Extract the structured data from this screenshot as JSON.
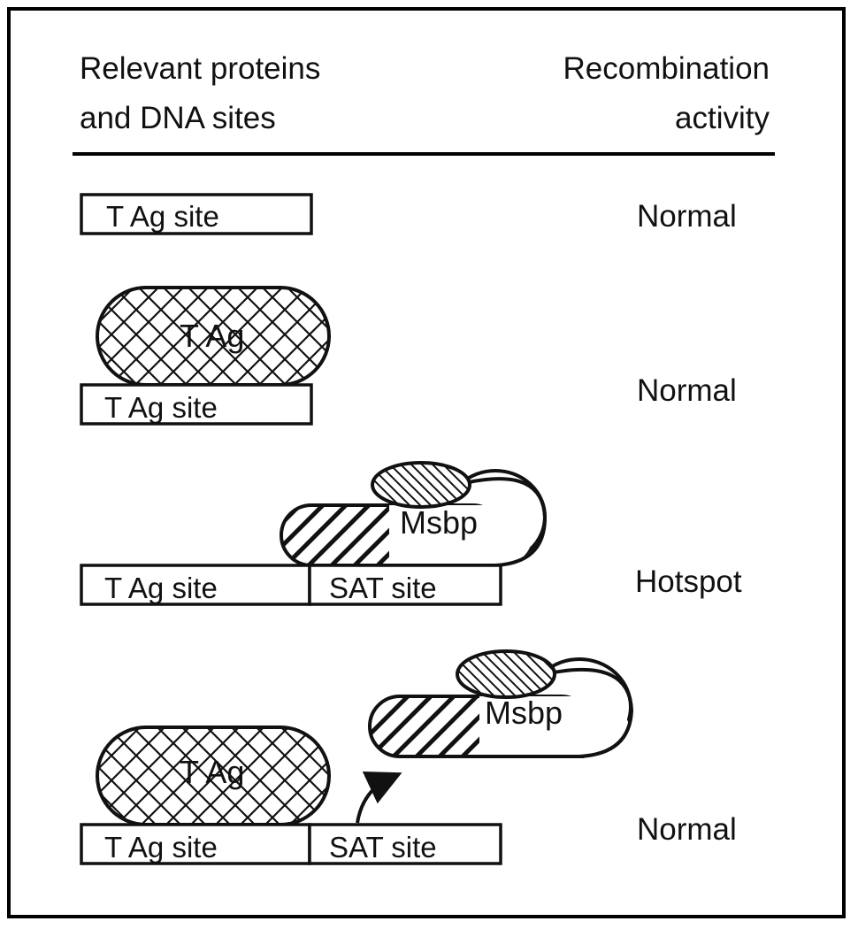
{
  "header": {
    "left_line1": "Relevant proteins",
    "left_line2": "and DNA sites",
    "right_line1": "Recombination",
    "right_line2": "activity"
  },
  "rows": [
    {
      "activity": "Normal",
      "dna_sites": [
        "T Ag site"
      ],
      "proteins": []
    },
    {
      "activity": "Normal",
      "dna_sites": [
        "T Ag site"
      ],
      "proteins": [
        "T Ag"
      ]
    },
    {
      "activity": "Hotspot",
      "dna_sites": [
        "T Ag site",
        "SAT site"
      ],
      "proteins": [
        "Msbp"
      ]
    },
    {
      "activity": "Normal",
      "dna_sites": [
        "T Ag site",
        "SAT site"
      ],
      "proteins": [
        "T Ag",
        "Msbp"
      ]
    }
  ],
  "labels": {
    "tag_site": "T Ag site",
    "sat_site": "SAT site",
    "tag_protein": "T Ag",
    "msbp_protein": "Msbp"
  }
}
